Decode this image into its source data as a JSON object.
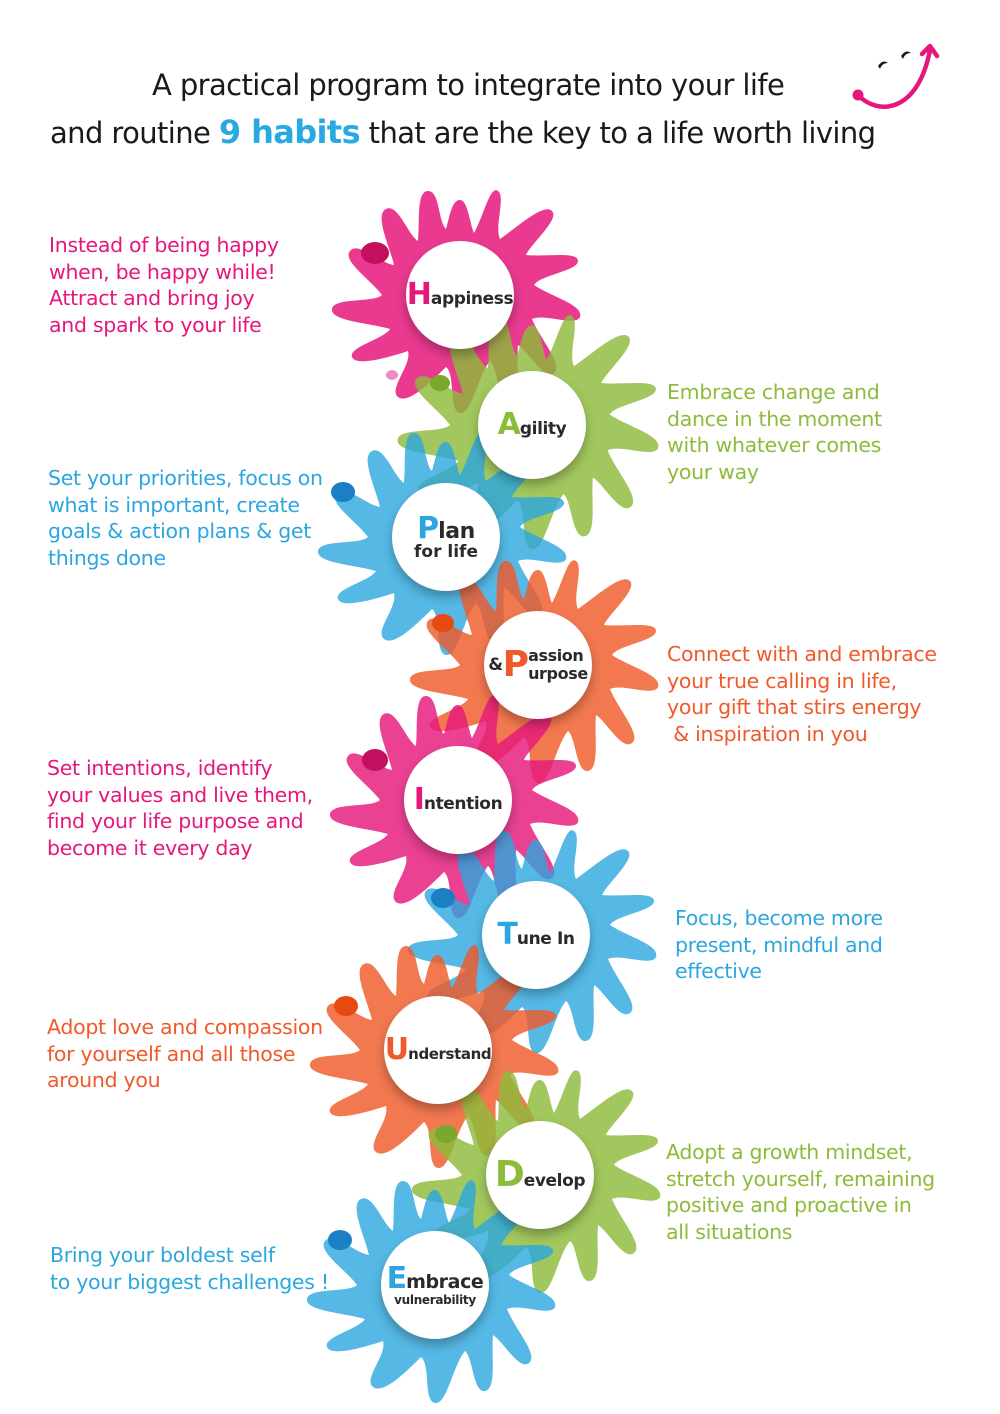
{
  "header": {
    "line1": "A practical program to integrate into your life",
    "line2_prefix": "and routine ",
    "line2_accent": "9 habits",
    "line2_suffix": " that are the key to a life worth living",
    "accent_color": "#2aa8e0",
    "icon": "smiley-face-icon"
  },
  "colors": {
    "pink": "#e5177b",
    "green": "#8dbb3a",
    "blue": "#2ba6df",
    "orange": "#ef5a2a",
    "text_dark": "#2a2a2a"
  },
  "habits": [
    {
      "initial": "H",
      "rest": "appiness",
      "sub": "",
      "color": "#e5177b",
      "description": "Instead of being happy\nwhen, be happy while!\nAttract and bring joy\nand spark to your life",
      "side": "left"
    },
    {
      "initial": "A",
      "rest": "gility",
      "sub": "",
      "color": "#8dbb3a",
      "description": "Embrace change and\ndance in the moment\nwith whatever comes\nyour way",
      "side": "right"
    },
    {
      "initial": "P",
      "rest": "lan",
      "sub": "for life",
      "color": "#2ba6df",
      "description": "Set your priorities, focus on\nwhat is important, create\ngoals & action plans & get\nthings done",
      "side": "left"
    },
    {
      "prefix": "&",
      "initial": "P",
      "rest": "assion",
      "sub": "urpose",
      "color": "#ef5a2a",
      "description": "Connect with and embrace\nyour true calling in life,\nyour gift that stirs energy\n & inspiration in you",
      "side": "right"
    },
    {
      "initial": "I",
      "rest": "ntention",
      "sub": "",
      "color": "#e5177b",
      "description": "Set intentions, identify\nyour values and live them,\nfind your life purpose and\nbecome it every day",
      "side": "left"
    },
    {
      "initial": "T",
      "rest": "une In",
      "sub": "",
      "color": "#2ba6df",
      "description": "Focus, become more\npresent, mindful and\neffective",
      "side": "right"
    },
    {
      "initial": "U",
      "rest": "nderstand",
      "sub": "",
      "color": "#ef5a2a",
      "description": "Adopt love and compassion\nfor yourself and all those\naround you",
      "side": "left"
    },
    {
      "initial": "D",
      "rest": "evelop",
      "sub": "",
      "color": "#8dbb3a",
      "description": "Adopt a growth mindset,\nstretch yourself, remaining\npositive and proactive in\nall situations",
      "side": "right"
    },
    {
      "initial": "E",
      "rest": "mbrace",
      "sub": "vulnerability",
      "color": "#2ba6df",
      "description": "Bring your boldest self\nto your biggest challenges !",
      "side": "left"
    }
  ]
}
